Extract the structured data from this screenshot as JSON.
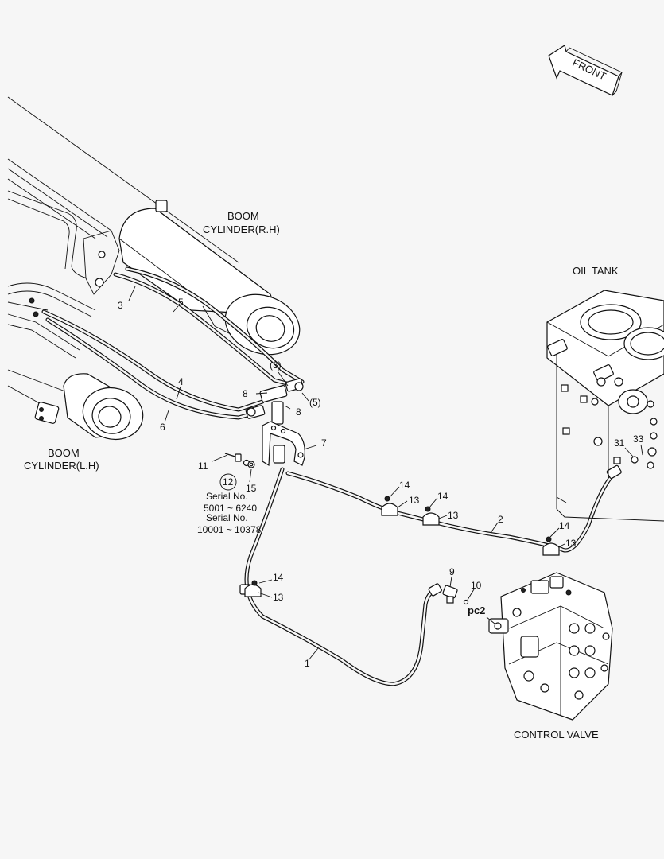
{
  "direction": {
    "label": "FRONT"
  },
  "components": {
    "boom_rh": [
      "BOOM",
      "CYLINDER(R.H)"
    ],
    "boom_lh": [
      "BOOM",
      "CYLINDER(L.H)"
    ],
    "oil_tank": "OIL TANK",
    "control_valve": "CONTROL VALVE",
    "port": "pc2"
  },
  "callouts": {
    "c1": "1",
    "c2": "2",
    "c3": "3",
    "c3p": "(3)",
    "c4": "4",
    "c5": "5",
    "c5p": "(5)",
    "c6": "6",
    "c7": "7",
    "c8a": "8",
    "c8b": "8",
    "c9": "9",
    "c10": "10",
    "c11": "11",
    "c12": "12",
    "c13a": "13",
    "c13b": "13",
    "c13c": "13",
    "c13d": "13",
    "c14a": "14",
    "c14b": "14",
    "c14c": "14",
    "c14d": "14",
    "c15": "15",
    "c31": "31",
    "c33": "33"
  },
  "serial_note": [
    "Serial No.",
    "5001 ~ 6240",
    "Serial No.",
    "10001 ~ 10378"
  ]
}
